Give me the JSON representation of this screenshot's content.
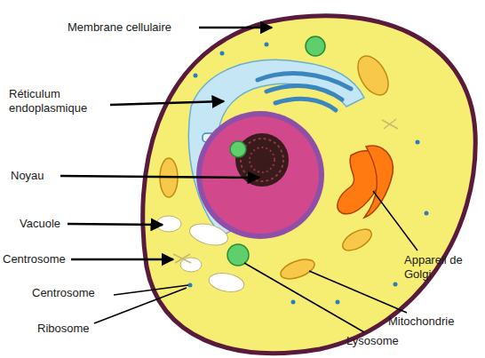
{
  "diagram": {
    "labels": [
      "Membrane cellulaire",
      "Réticulum endoplasmique",
      "Noyau",
      "Vacuole",
      "Centrosome",
      "Centrosome",
      "Ribosome",
      "Appareil de Golgi",
      "Mitochondrie",
      "Lysosome"
    ]
  }
}
